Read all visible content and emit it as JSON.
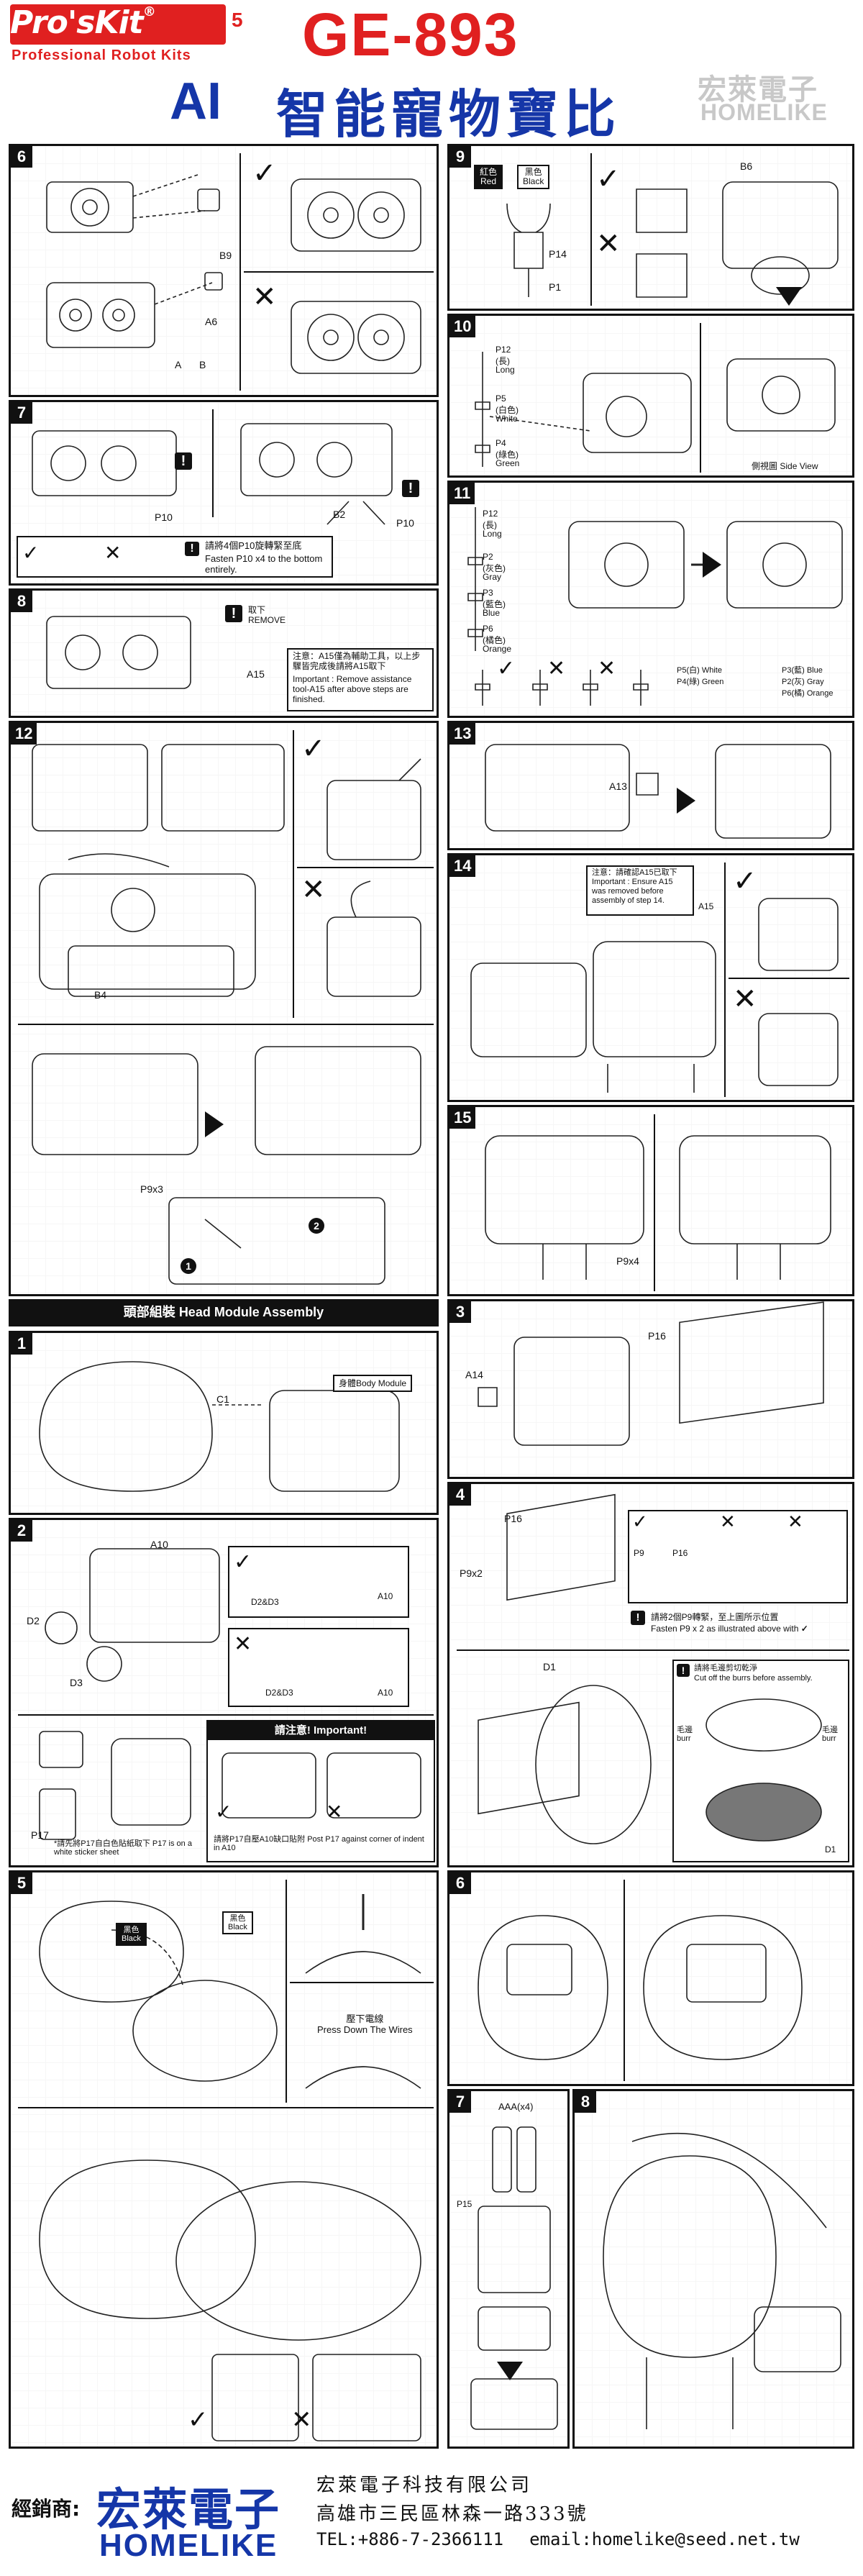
{
  "header": {
    "brand": "Pro'sKit",
    "brand_mark": "®",
    "version": "5",
    "tagline": "Professional Robot Kits",
    "model": "GE-893",
    "title_ai": "AI",
    "title_cn": "智能寵物寶比",
    "watermark_cn": "宏萊電子",
    "watermark_en": "HOMELIKE"
  },
  "steps_left_top": {
    "s6": {
      "num": "6",
      "labels": [
        "B9",
        "A6",
        "A",
        "B"
      ]
    },
    "s7": {
      "num": "7",
      "labels": [
        "P10",
        "B2",
        "P10"
      ],
      "note_cn": "請將4個P10旋轉緊至底",
      "note_en": "Fasten P10 x4 to the bottom entirely."
    },
    "s8": {
      "num": "8",
      "remove_cn": "取下",
      "remove_en": "REMOVE",
      "part": "A15",
      "note_cn": "注意：A15僅為輔助工具，以上步驟皆完成後請將A15取下",
      "note_en": "Important : Remove assistance tool-A15 after above steps are finished."
    }
  },
  "steps_right_top": {
    "s9": {
      "num": "9",
      "red_cn": "紅色",
      "red_en": "Red",
      "black_cn": "黑色",
      "black_en": "Black",
      "labels": [
        "P14",
        "P1",
        "B6"
      ]
    },
    "s10": {
      "num": "10",
      "p12": "P12",
      "p12_cn": "(長)",
      "p12_en": "Long",
      "p5": "P5",
      "p5_cn": "(白色)",
      "p5_en": "White",
      "p4": "P4",
      "p4_cn": "(綠色)",
      "p4_en": "Green",
      "side_cn": "側視圖",
      "side_en": "Side View"
    },
    "s11": {
      "num": "11",
      "p12": "P12",
      "p12_cn": "(長)",
      "p12_en": "Long",
      "p2": "P2",
      "p2_cn": "(灰色)",
      "p2_en": "Gray",
      "p3": "P3",
      "p3_cn": "(藍色)",
      "p3_en": "Blue",
      "p6": "P6",
      "p6_cn": "(橘色)",
      "p6_en": "Orange",
      "legend": [
        "P5(白) White",
        "P4(綠) Green",
        "P3(藍) Blue",
        "P2(灰) Gray",
        "P6(橘) Orange"
      ]
    }
  },
  "steps_mid": {
    "s12": {
      "num": "12",
      "labels": [
        "B4",
        "P9x3"
      ],
      "marks": [
        "1",
        "2"
      ]
    },
    "s13": {
      "num": "13",
      "part": "A13"
    },
    "s14": {
      "num": "14",
      "part": "A15",
      "note_cn": "注意：請確認A15已取下",
      "note_en": "Important : Ensure A15 was removed before assembly of step 14."
    },
    "s15": {
      "num": "15",
      "label": "P9x4"
    }
  },
  "head_section": {
    "title_cn": "頭部組裝",
    "title_en": "Head Module Assembly",
    "h1": {
      "num": "1",
      "part": "C1",
      "body_cn": "身體",
      "body_en": "Body Module"
    },
    "h2": {
      "num": "2",
      "parts": [
        "A10",
        "D2",
        "D3",
        "D2&D3",
        "A10",
        "D2&D3",
        "A10"
      ],
      "important_cn": "請注意!",
      "important_en": "Important!",
      "note_left": "*請先將P17自白色貼紙取下 P17 is on a white sticker sheet",
      "note_right": "請將P17自壓A10缺口貼附 Post P17 against corner of indent in A10",
      "p17": "P17"
    },
    "h3": {
      "num": "3",
      "parts": [
        "A14",
        "P16"
      ]
    },
    "h4": {
      "num": "4",
      "parts": [
        "P16",
        "P9x2",
        "P9",
        "P16"
      ],
      "note_cn": "請將2個P9轉緊，至上圖所示位置",
      "note_en": "Fasten P9 x 2 as illustrated above with",
      "sub": {
        "part": "D1",
        "note_cn": "請將毛邊剪切乾淨",
        "note_en": "Cut off the burrs before assembly.",
        "burr_cn": "毛邊",
        "burr_en": "burr",
        "part2": "D1"
      }
    },
    "h5": {
      "num": "5",
      "black_cn": "黑色",
      "black_en": "Black",
      "press_cn": "壓下電線",
      "press_en": "Press Down The Wires"
    },
    "h6": {
      "num": "6"
    },
    "h7": {
      "num": "7",
      "battery": "AAA(x4)",
      "part": "P15"
    },
    "h8": {
      "num": "8"
    }
  },
  "footer": {
    "dist_label": "經銷商:",
    "brand_cn": "宏萊電子",
    "brand_en": "HOMELIKE",
    "company": "宏萊電子科技有限公司",
    "address": "高雄市三民區林森一路333號",
    "tel": "TEL:+886-7-2366111",
    "email": "email:homelike@seed.net.tw"
  },
  "colors": {
    "brand_red": "#e02020",
    "title_blue": "#1536a8",
    "ink": "#111111",
    "watermark_gray": "#c8c8c8"
  }
}
